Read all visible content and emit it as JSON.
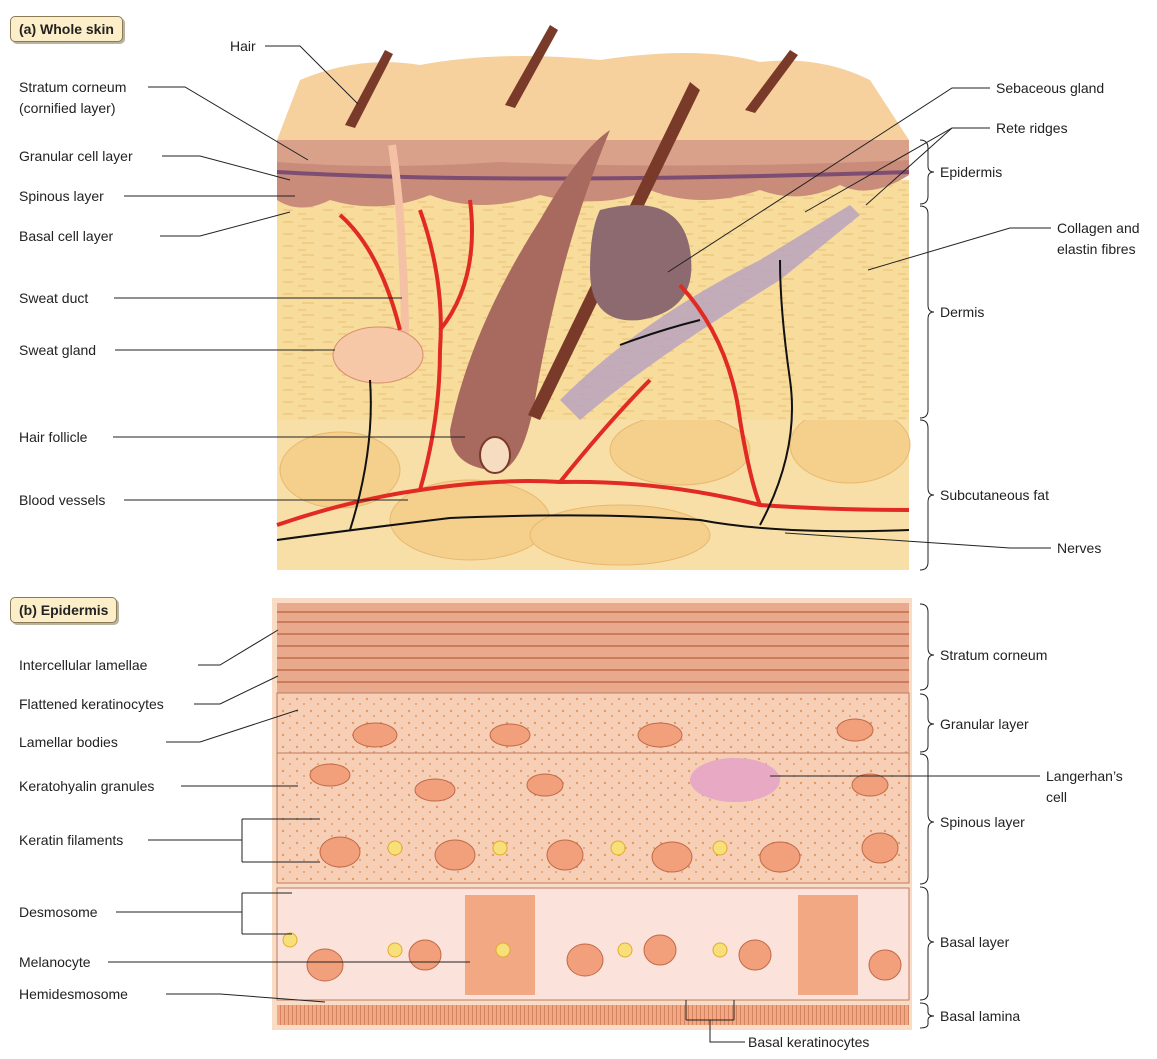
{
  "panel_a": {
    "tag": "(a)  Whole skin",
    "left_labels": {
      "hair": "Hair",
      "stratum_corneum_1": "Stratum corneum",
      "stratum_corneum_2": "(cornified layer)",
      "granular": "Granular cell layer",
      "spinous": "Spinous layer",
      "basal": "Basal cell layer",
      "sweat_duct": "Sweat duct",
      "sweat_gland": "Sweat gland",
      "hair_follicle": "Hair follicle",
      "blood_vessels": "Blood vessels"
    },
    "right_labels": {
      "sebaceous": "Sebaceous gland",
      "rete": "Rete ridges",
      "collagen_1": "Collagen and",
      "collagen_2": "elastin fibres",
      "nerves": "Nerves"
    },
    "regions": {
      "epidermis": "Epidermis",
      "dermis": "Dermis",
      "subcutaneous": "Subcutaneous fat"
    }
  },
  "panel_b": {
    "tag": "(b)  Epidermis",
    "left_labels": {
      "lamellae": "Intercellular lamellae",
      "flattened": "Flattened keratinocytes",
      "lamellar_bodies": "Lamellar bodies",
      "keratohyalin": "Keratohyalin granules",
      "keratin": "Keratin filaments",
      "desmosome": "Desmosome",
      "melanocyte": "Melanocyte",
      "hemidesmosome": "Hemidesmosome"
    },
    "right_labels": {
      "langerhans_1": "Langerhan’s",
      "langerhans_2": "cell"
    },
    "regions": {
      "stratum_corneum": "Stratum corneum",
      "granular": "Granular layer",
      "spinous": "Spinous layer",
      "basal_layer": "Basal layer",
      "basal_lamina": "Basal lamina"
    },
    "bottom_label": "Basal keratinocytes"
  }
}
